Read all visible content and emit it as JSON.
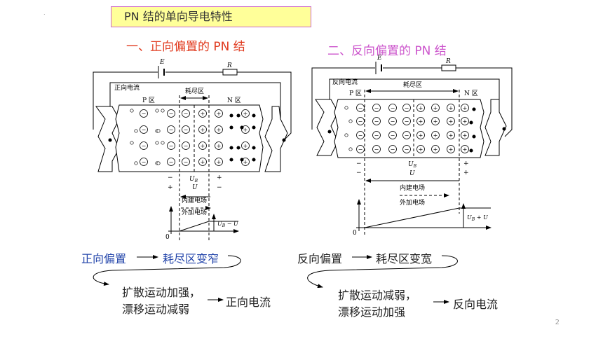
{
  "title": "PN 结的单向导电特性",
  "forward": {
    "heading": "一、正向偏置的 PN 结",
    "labels": {
      "E": "E",
      "R": "R",
      "current": "正向电流",
      "p_region": "P 区",
      "n_region": "N 区",
      "depletion": "耗尽区",
      "ub": "U",
      "ub_sub": "B",
      "u": "U",
      "minus": "−",
      "plus": "+",
      "builtin": "内建电场",
      "external": "外加电场",
      "origin": "0",
      "potential": "U",
      "potential_sub": "B",
      "potential_tail": " − U"
    },
    "flow": {
      "cause": "正向偏置",
      "effect": "耗尽区变窄",
      "line1": "扩散运动加强，",
      "line2": "漂移运动减弱",
      "result": "正向电流"
    }
  },
  "reverse": {
    "heading": "二、反向偏置的 PN 结",
    "labels": {
      "E": "E",
      "R": "R",
      "current": "反向电流",
      "p_region": "P 区",
      "n_region": "N 区",
      "depletion": "耗尽区",
      "ub": "U",
      "ub_sub": "B",
      "u": "U",
      "minus": "−",
      "plus": "+",
      "builtin": "内建电场",
      "external": "外加电场",
      "origin": "0",
      "potential": "U",
      "potential_sub": "B",
      "potential_tail": " + U"
    },
    "flow": {
      "cause": "反向偏置",
      "effect": "耗尽区变宽",
      "line1": "扩散运动减弱，",
      "line2": "漂移运动加强",
      "result": "反向电流"
    }
  },
  "page_number": "2",
  "colors": {
    "title_bg": "#ffff99",
    "title_border": "#cc66cc",
    "forward_heading": "#e03a1e",
    "reverse_heading": "#cc55cc",
    "forward_cause": "#2244aa"
  }
}
